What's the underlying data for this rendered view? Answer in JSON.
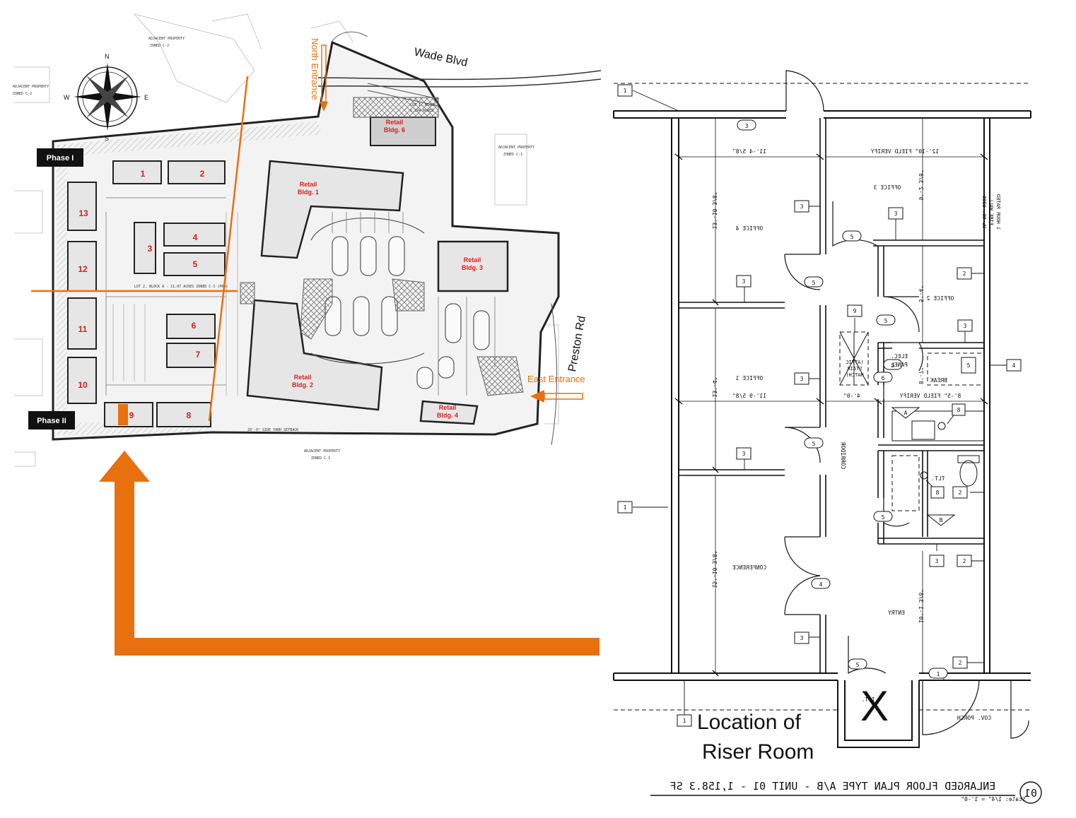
{
  "site_plan": {
    "labels": {
      "wade_blvd": "Wade Blvd",
      "preston_rd": "Preston Rd",
      "north_entrance": "North Entrance",
      "east_entrance": "East Entrance",
      "phase_1": "Phase I",
      "phase_2": "Phase II",
      "adjacent_top": "ADJACENT PROPERTY",
      "zoned_top": "ZONED C-2",
      "adjacent_left": "ADJACENT PROPERTY",
      "zoned_left": "ZONED C-2",
      "adjacent_bottom": "ADJACENT PROPERTY",
      "zoned_bottom": "ZONED C-1",
      "adjacent_right": "ADJACENT PROPERTY",
      "zoned_right": "ZONED C-1",
      "setback": "20'-0\" SIDE YARD SETBACK",
      "lot_block": "LOT 1, BLOCK A",
      "lot_acres": "1.294 ACRES",
      "lot2": "LOT 2, BLOCK A - 11.07 ACRES ZONED C-1 (PRD)"
    },
    "retail": [
      {
        "line1": "Retail",
        "line2": "Bldg. 1"
      },
      {
        "line1": "Retail",
        "line2": "Bldg. 2"
      },
      {
        "line1": "Retail",
        "line2": "Bldg. 3"
      },
      {
        "line1": "Retail",
        "line2": "Bldg. 4"
      },
      {
        "line1": "Retail",
        "line2": "Bldg. 6"
      }
    ],
    "office_numbers": [
      "1",
      "2",
      "3",
      "4",
      "5",
      "6",
      "7",
      "8",
      "9",
      "10",
      "11",
      "12",
      "13"
    ],
    "compass": {
      "n": "N",
      "s": "S",
      "e": "E",
      "w": "W"
    }
  },
  "floor_plan": {
    "rooms": {
      "office4": "OFFICE 4",
      "office3": "OFFICE 3",
      "office2": "OFFICE 2",
      "office1": "OFFICE 1",
      "conference": "CONFERENCE",
      "corridor": "CORRIDOR",
      "entry": "ENTRY",
      "break": "BREAK",
      "elec_panel_1": "ELEC.",
      "elec_panel_2": "PANEL",
      "tlt": "TLT.",
      "attic_1": "(ATTIC",
      "attic_2": "STAIR",
      "attic_3": "HATCH)",
      "it": "I.T.",
      "cov_porch": "COV. PORCH",
      "fire_wall_1": "1 HOUR RATED",
      "fire_wall_2": "FIRE WALL",
      "fire_wall_3": "UL NO. U305"
    },
    "dims": {
      "d1": "11'-4 5/8\"",
      "d2": "12'-10\" FIELD VERIFY",
      "d3": "11'-9 5/8\"",
      "d4": "4'-0\"",
      "d5": "8'-5\" FIELD VERIFY",
      "v1": "13'-10 3/8\"",
      "v2": "9'-2 3/8\"",
      "v3": "5'-4\"",
      "v4": "13'-4\"",
      "v5": "8'-7\"",
      "v6": "15'-10 3/8\"",
      "v7": "10'-1 3/8\""
    },
    "title": "ENLARGED FLOOR PLAN TYPE A/B - UNIT 01 - 1,158.3 SF",
    "scale": "Scale: 1/4\" = 1'-0\"",
    "title_number": "01",
    "big_x": "X",
    "riser_label_1": "Location of",
    "riser_label_2": "Riser Room",
    "tags": {
      "t1": "1",
      "t2": "2",
      "t3": "3",
      "t4": "4",
      "t5": "5",
      "t6": "6",
      "t8": "8",
      "t9": "9",
      "ta": "A",
      "tb": "B"
    }
  },
  "colors": {
    "orange": "#E8700F",
    "red": "#D42020",
    "black": "#111111",
    "gray": "#9a9a9a",
    "hatch": "#bdbdbd"
  }
}
